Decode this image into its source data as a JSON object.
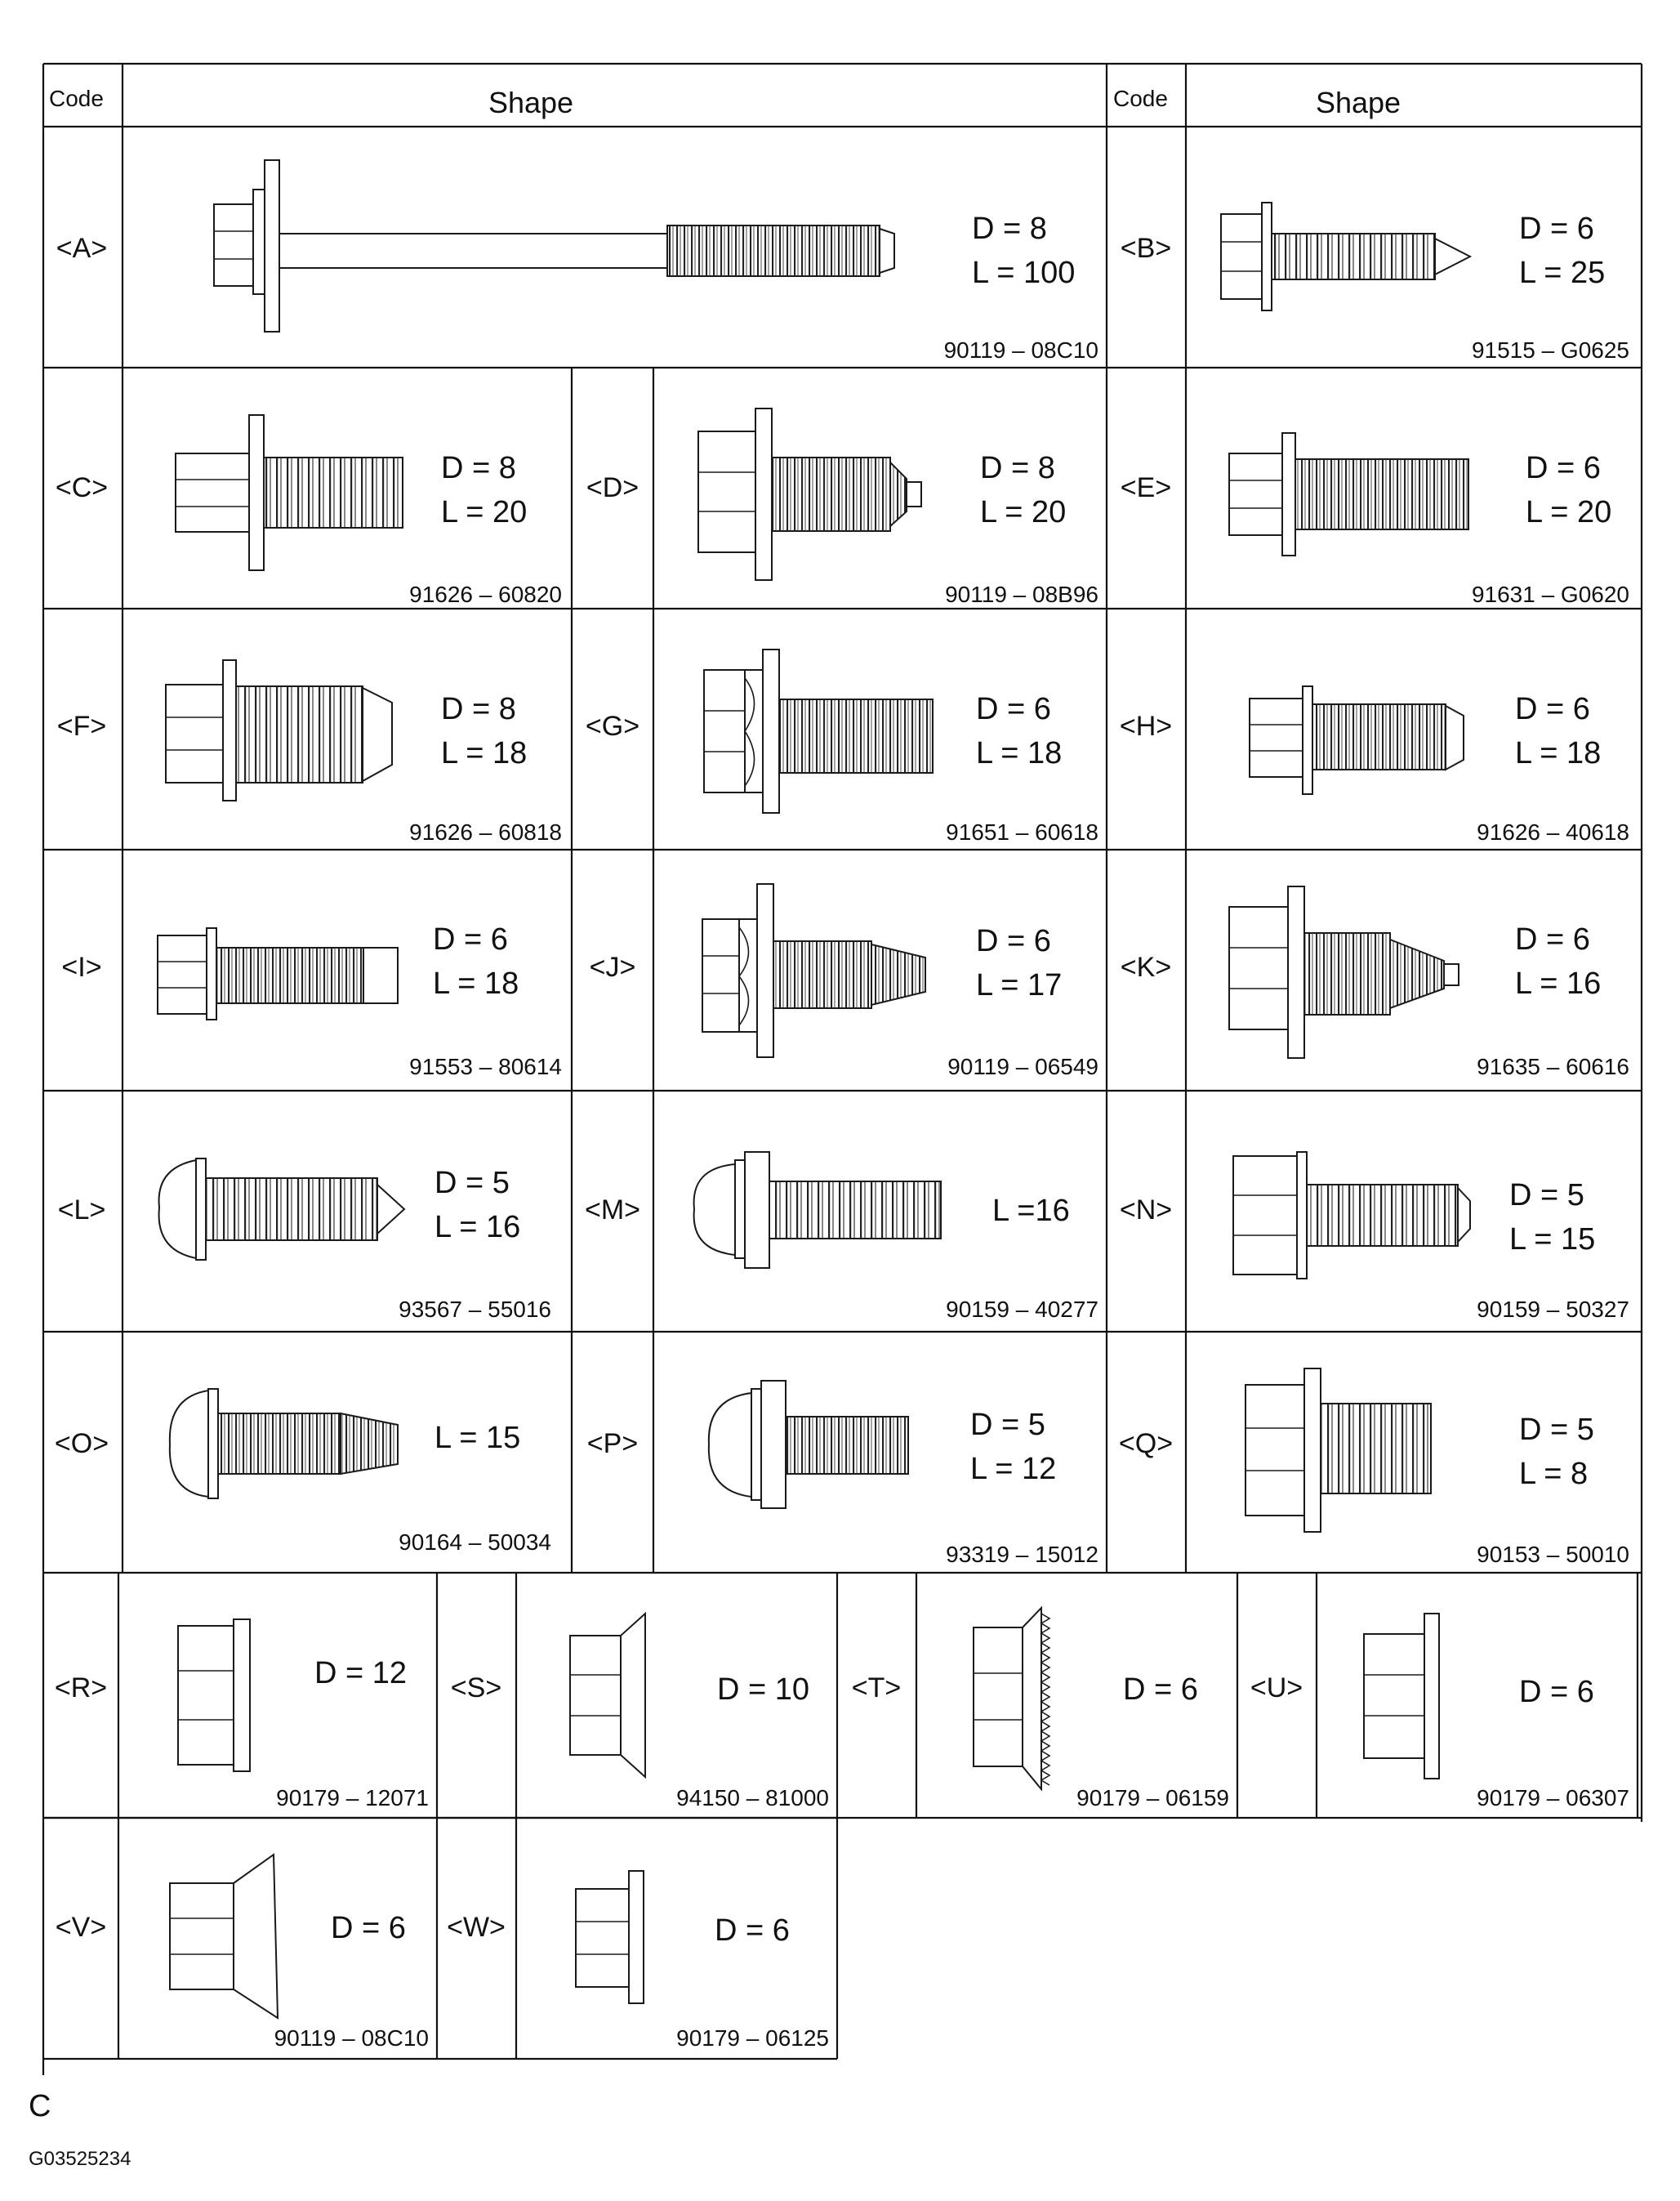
{
  "header": {
    "code_label_left": "Code",
    "shape_label_left": "Shape",
    "code_label_right": "Code",
    "shape_label_right": "Shape"
  },
  "parts": [
    {
      "code": "<A>",
      "d": "D = 8",
      "l": "L = 100",
      "part_no": "90119 – 08C10",
      "icon": "flange-bolt-long-icon"
    },
    {
      "code": "<B>",
      "d": "D = 6",
      "l": "L = 25",
      "part_no": "91515 – G0625",
      "icon": "tapping-screw-icon"
    },
    {
      "code": "<C>",
      "d": "D = 8",
      "l": "L = 20",
      "part_no": "91626 – 60820",
      "icon": "washer-bolt-icon"
    },
    {
      "code": "<D>",
      "d": "D = 8",
      "l": "L = 20",
      "part_no": "90119 – 08B96",
      "icon": "washer-bolt-tapered-icon"
    },
    {
      "code": "<E>",
      "d": "D = 6",
      "l": "L = 20",
      "part_no": "91631 – G0620",
      "icon": "washer-bolt-icon"
    },
    {
      "code": "<F>",
      "d": "D = 8",
      "l": "L = 18",
      "part_no": "91626 – 60818",
      "icon": "flange-bolt-icon"
    },
    {
      "code": "<G>",
      "d": "D = 6",
      "l": "L = 18",
      "part_no": "91651 – 60618",
      "icon": "spring-washer-bolt-icon"
    },
    {
      "code": "<H>",
      "d": "D = 6",
      "l": "L = 18",
      "part_no": "91626 – 40618",
      "icon": "flange-bolt-icon"
    },
    {
      "code": "<I>",
      "d": "D = 6",
      "l": "L = 18",
      "part_no": "91553 – 80614",
      "icon": "flange-bolt-icon"
    },
    {
      "code": "<J>",
      "d": "D = 6",
      "l": "L = 17",
      "part_no": "90119 – 06549",
      "icon": "spring-washer-bolt-tapered-icon"
    },
    {
      "code": "<K>",
      "d": "D = 6",
      "l": "L = 16",
      "part_no": "91635 – 60616",
      "icon": "washer-bolt-tapered-icon"
    },
    {
      "code": "<L>",
      "d": "D = 5",
      "l": "L = 16",
      "part_no": "93567 – 55016",
      "icon": "pan-head-tapping-screw-icon"
    },
    {
      "code": "<M>",
      "d": "",
      "l": "L =16",
      "part_no": "90159 – 40277",
      "icon": "pan-head-washer-screw-icon"
    },
    {
      "code": "<N>",
      "d": "D = 5",
      "l": "L = 15",
      "part_no": "90159 – 50327",
      "icon": "hex-tapping-screw-icon"
    },
    {
      "code": "<O>",
      "d": "",
      "l": "L = 15",
      "part_no": "90164 – 50034",
      "icon": "pan-head-screw-icon"
    },
    {
      "code": "<P>",
      "d": "D = 5",
      "l": "L = 12",
      "part_no": "93319 – 15012",
      "icon": "pan-head-washer-screw-icon"
    },
    {
      "code": "<Q>",
      "d": "D = 5",
      "l": "L = 8",
      "part_no": "90153 – 50010",
      "icon": "flange-hex-screw-icon"
    },
    {
      "code": "<R>",
      "d": "D = 12",
      "l": "",
      "part_no": "90179 – 12071",
      "icon": "flange-nut-icon"
    },
    {
      "code": "<S>",
      "d": "D = 10",
      "l": "",
      "part_no": "94150 – 81000",
      "icon": "flange-nut-icon"
    },
    {
      "code": "<T>",
      "d": "D = 6",
      "l": "",
      "part_no": "90179 – 06159",
      "icon": "serrated-flange-nut-icon"
    },
    {
      "code": "<U>",
      "d": "D = 6",
      "l": "",
      "part_no": "90179 – 06307",
      "icon": "flange-nut-icon"
    },
    {
      "code": "<V>",
      "d": "D = 6",
      "l": "",
      "part_no": "90119 – 08C10",
      "icon": "cone-washer-nut-icon"
    },
    {
      "code": "<W>",
      "d": "D = 6",
      "l": "",
      "part_no": "90179 – 06125",
      "icon": "flange-nut-icon"
    }
  ],
  "footer": {
    "section_letter": "C",
    "figure_id": "G03525234"
  }
}
